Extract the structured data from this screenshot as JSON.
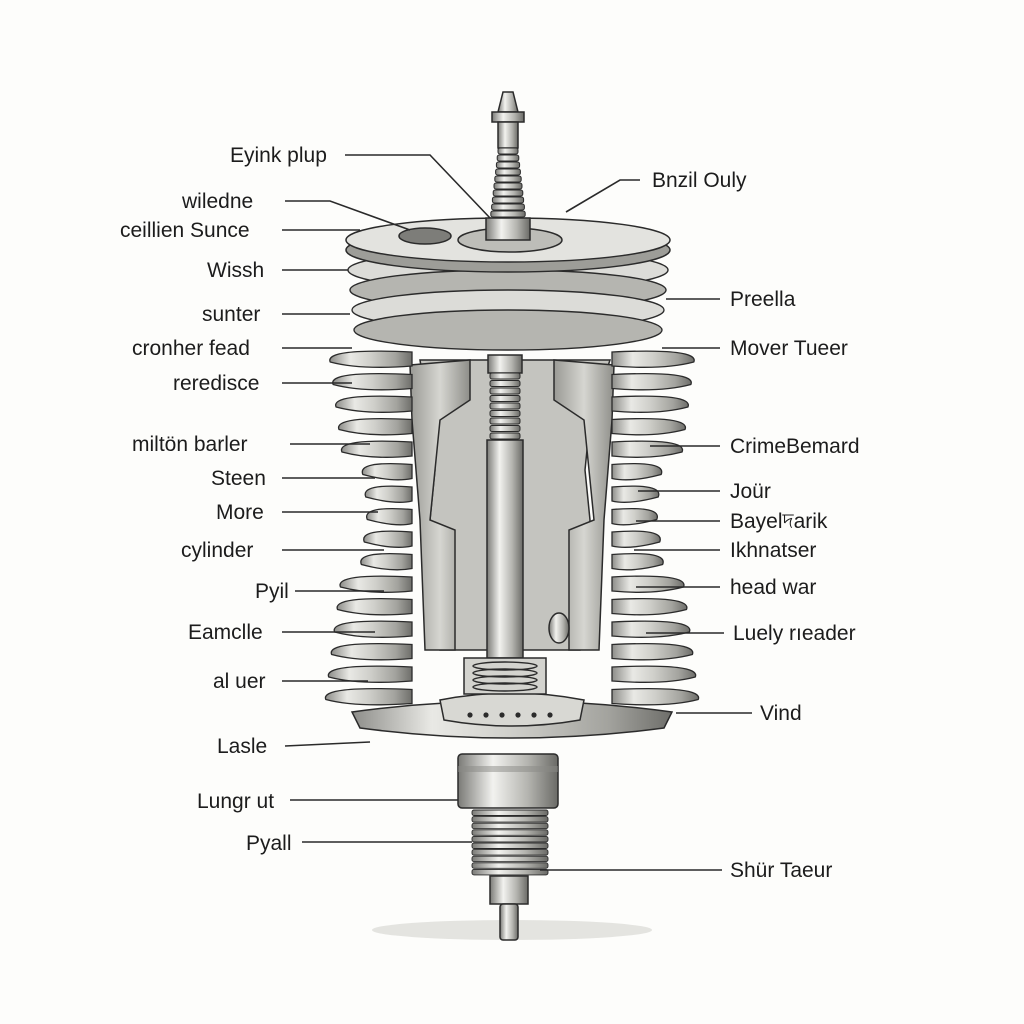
{
  "colors": {
    "background": "#fdfdfb",
    "ink": "#2b2b2b",
    "metal_light": "#e6e6e2",
    "metal_mid": "#b9b9b4",
    "metal_dark": "#6e6e6a"
  },
  "labels": {
    "left": [
      "Eyink plup",
      "wiledne",
      "ceillien Sunce",
      "Wissh",
      "sunter",
      "cronher fead",
      "reredisce",
      "miltön barler",
      "Steen",
      "More",
      "cylinder",
      "Pyil",
      "Eamclle",
      "al uer",
      "Lasle",
      "Lungr ut",
      "Pyall"
    ],
    "right": [
      "Bnzil Ouly",
      "Preella",
      "Mover Tueer",
      "CrimeBemard",
      "Joür",
      "Bayelদarik",
      "Ikhnatser",
      "head war",
      "Luely rıeader",
      "Vind",
      "Shür Taeur"
    ]
  }
}
